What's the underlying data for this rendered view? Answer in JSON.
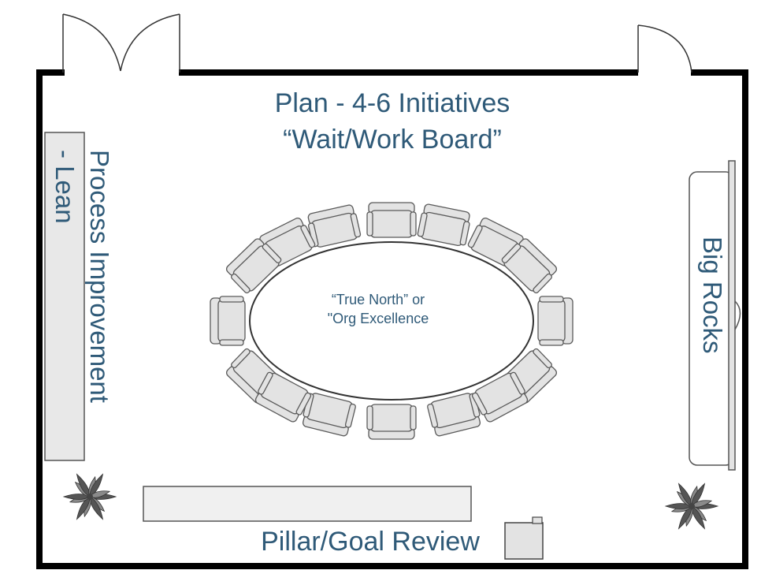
{
  "colors": {
    "wall": "#000000",
    "text": "#2f5a78",
    "furniture_fill": "#e3e3e3",
    "furniture_stroke": "#5a5a5a",
    "plant": "#555555"
  },
  "labels": {
    "top_line1": "Plan - 4-6 Initiatives",
    "top_line2": "“Wait/Work Board”",
    "table_line1": "“True North” or",
    "table_line2": "\"Org Excellence",
    "left_line1": "Process Improvement",
    "left_line2": "- Lean",
    "right": "Big Rocks",
    "bottom": "Pillar/Goal Review"
  },
  "icons": {
    "plant_left": "plant-icon",
    "plant_right": "plant-icon",
    "chair": "chair-icon",
    "door": "door-icon"
  }
}
